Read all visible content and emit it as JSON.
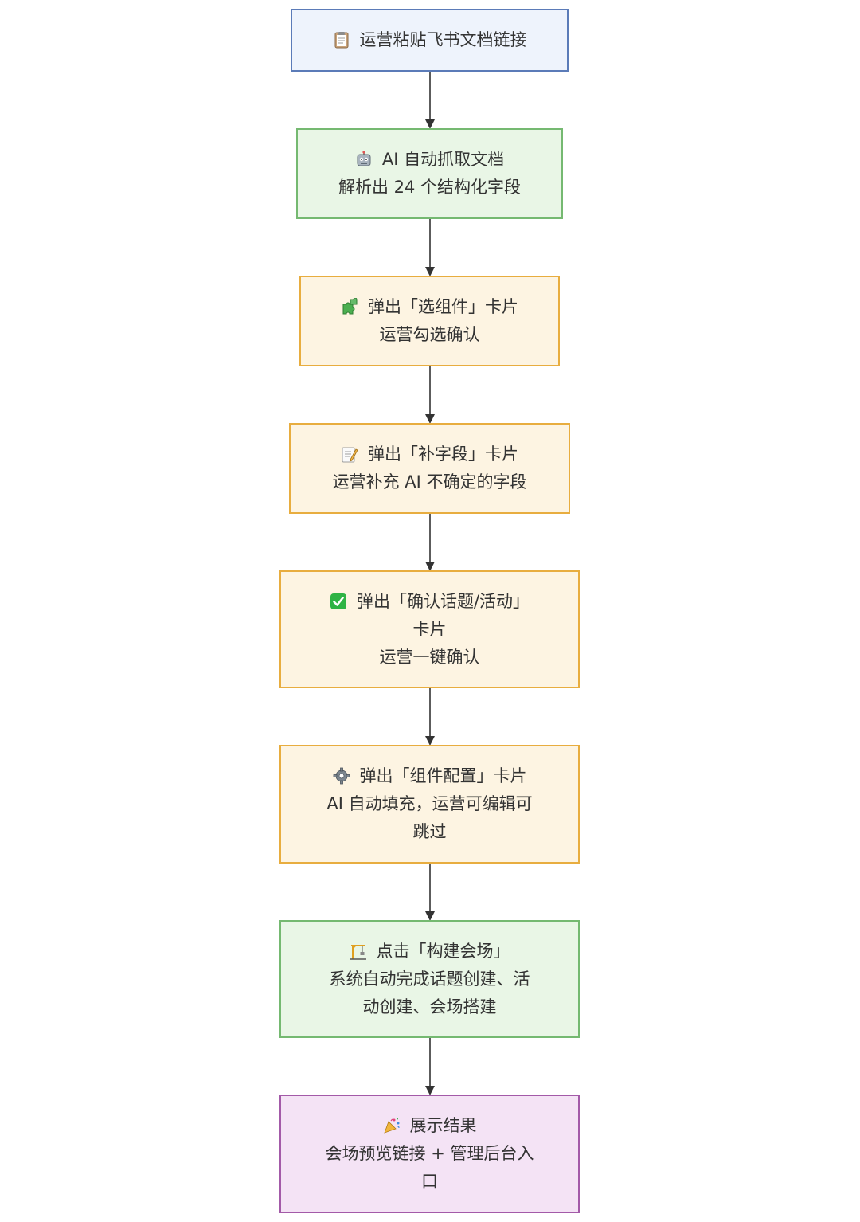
{
  "colors": {
    "blue_fill": "#eef3fc",
    "blue_stroke": "#5b7bb8",
    "green_fill": "#e9f6e6",
    "green_stroke": "#75b971",
    "orange_fill": "#fdf4e2",
    "orange_stroke": "#e8ad3f",
    "purple_fill": "#f4e3f5",
    "purple_stroke": "#a35aa8",
    "arrow": "#333333"
  },
  "nodes": [
    {
      "icon": "clipboard-icon",
      "color": "blue",
      "lines": [
        "运营粘贴飞书文档链接"
      ]
    },
    {
      "icon": "robot-icon",
      "color": "green",
      "lines": [
        "AI 自动抓取文档",
        "解析出 24 个结构化字段"
      ]
    },
    {
      "icon": "puzzle-icon",
      "color": "orange",
      "lines": [
        "弹出「选组件」卡片",
        "运营勾选确认"
      ]
    },
    {
      "icon": "memo-icon",
      "color": "orange",
      "lines": [
        "弹出「补字段」卡片",
        "运营补充 AI 不确定的字段"
      ]
    },
    {
      "icon": "check-icon",
      "color": "orange",
      "lines": [
        "弹出「确认话题/活动」",
        "卡片",
        "运营一键确认"
      ]
    },
    {
      "icon": "gear-icon",
      "color": "orange",
      "lines": [
        "弹出「组件配置」卡片",
        "AI 自动填充，运营可编辑可",
        "跳过"
      ]
    },
    {
      "icon": "construction-icon",
      "color": "green",
      "lines": [
        "点击「构建会场」",
        "系统自动完成话题创建、活",
        "动创建、会场搭建"
      ]
    },
    {
      "icon": "party-icon",
      "color": "purple",
      "lines": [
        "展示结果",
        "会场预览链接 + 管理后台入",
        "口"
      ]
    }
  ]
}
